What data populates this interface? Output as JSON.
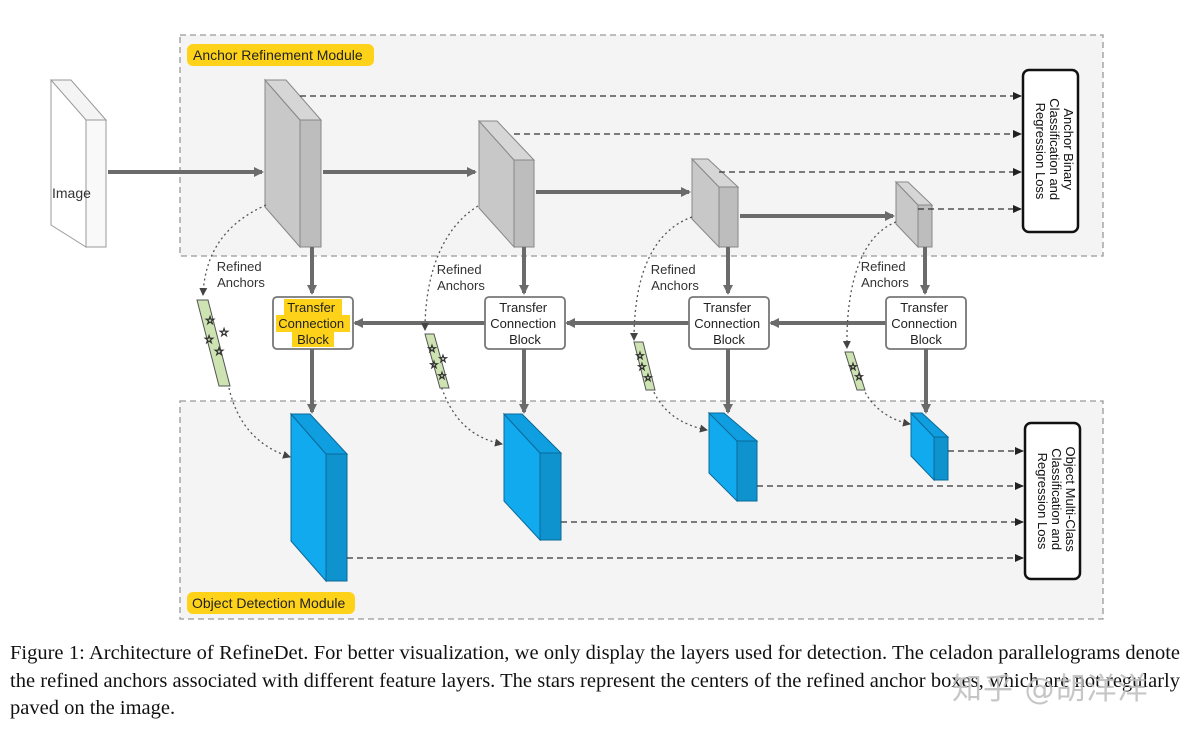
{
  "modules": {
    "top_label": "Anchor Refinement Module",
    "bottom_label": "Object Detection Module",
    "highlight_color": "#ffd21a",
    "module_bg": "#f3f3f3"
  },
  "image_label": "Image",
  "refined_anchors_label": [
    "Refined",
    "Anchors"
  ],
  "tcb_label": [
    "Transfer",
    "Connection",
    "Block"
  ],
  "loss_top": [
    "Anchor Binary",
    "Classification and",
    "Regression Loss"
  ],
  "loss_bottom": [
    "Object Multi-Class",
    "Classification and",
    "Regression Loss"
  ],
  "colors": {
    "feature_gray": "#c8c8c8",
    "feature_blue": "#11aaee",
    "anchor_green": "#cde3b2"
  },
  "caption": "Figure 1: Architecture of RefineDet. For better visualization, we only display the layers used for detection. The celadon parallelograms denote the refined anchors associated with different feature layers. The stars represent the centers of the refined anchor boxes, which are not regularly paved on the image.",
  "watermark": "知乎 @胡洋洋"
}
